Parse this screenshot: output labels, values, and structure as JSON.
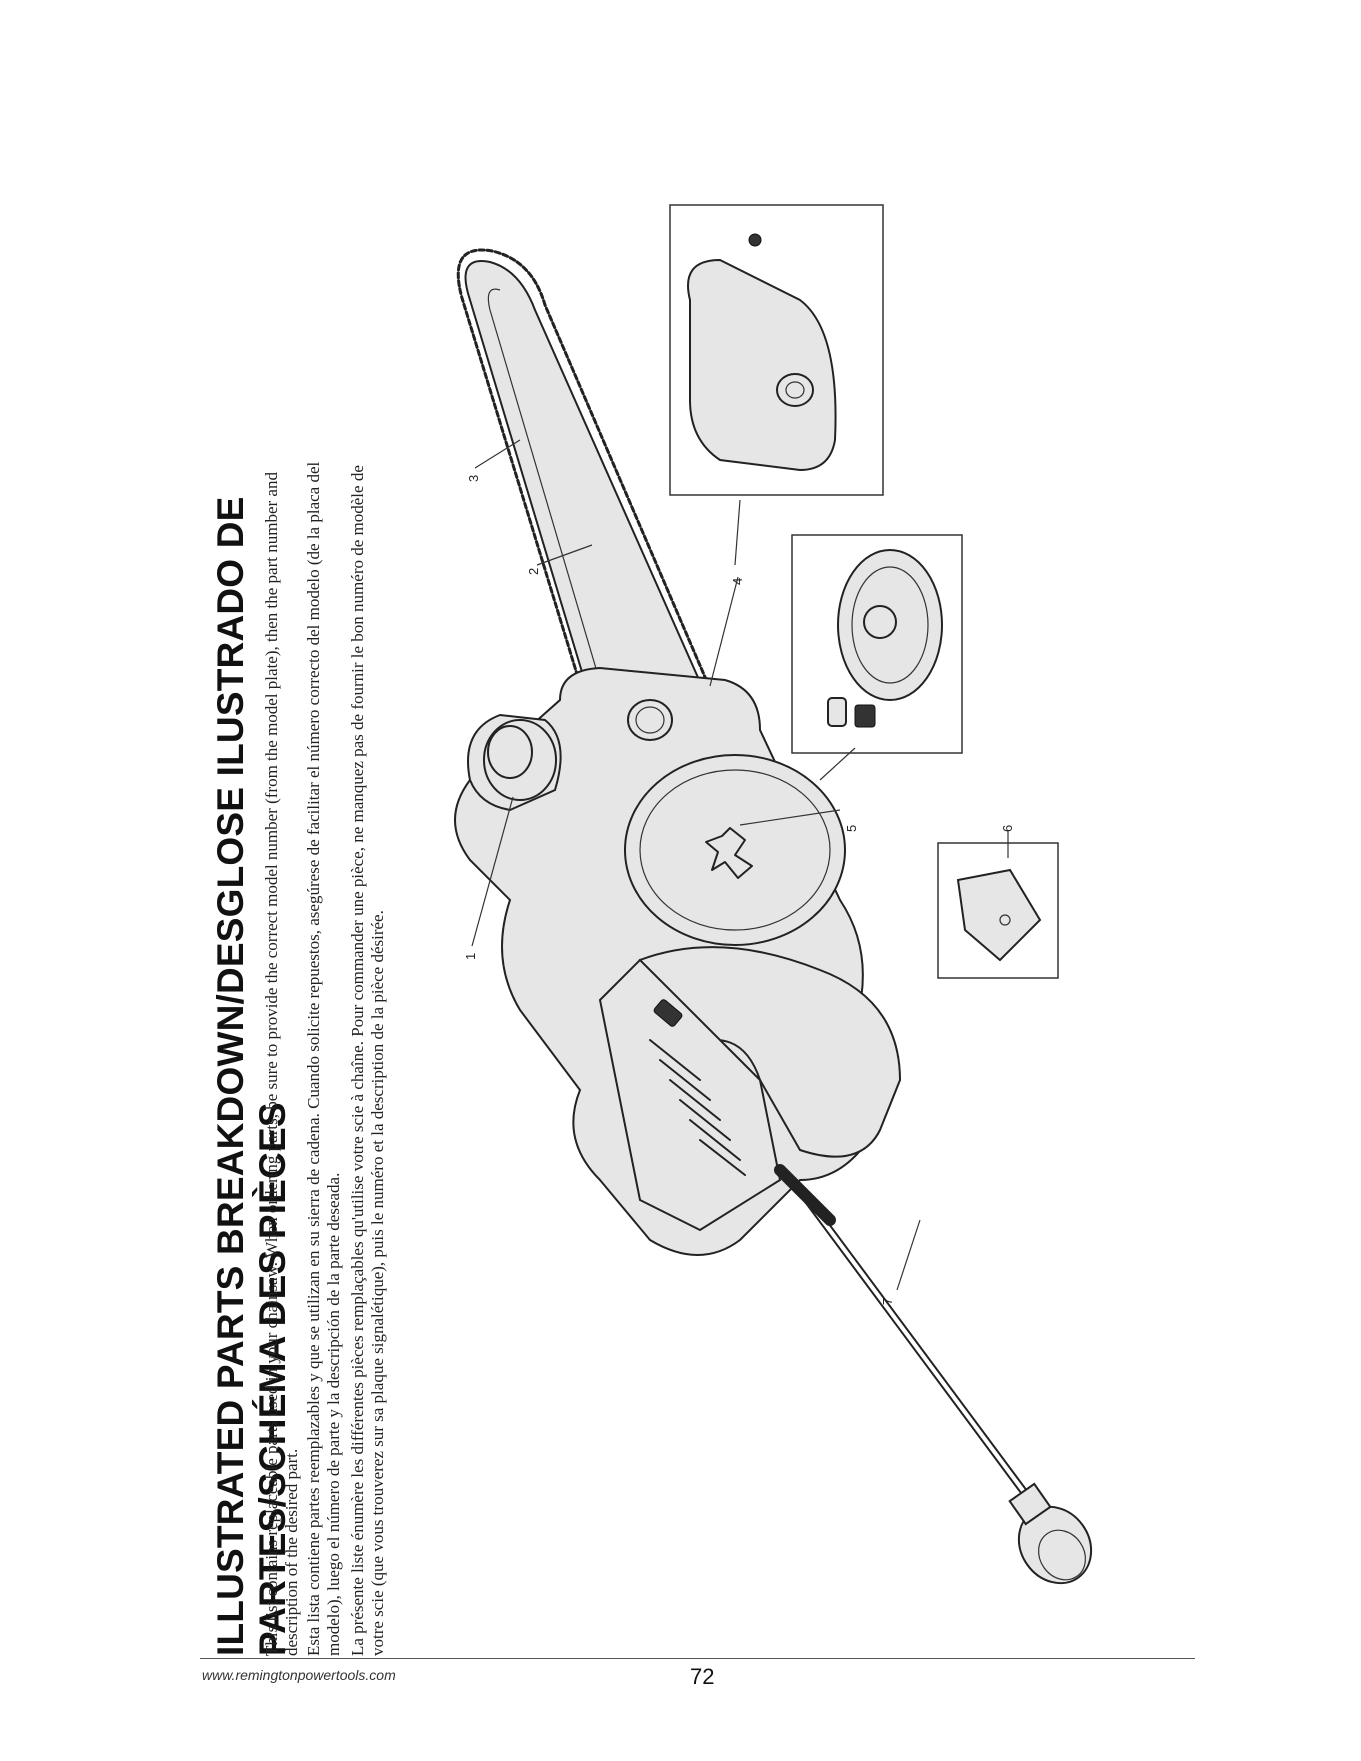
{
  "title": "ILLUSTRATED PARTS BREAKDOWN/DESGLOSE ILUSTRADO DE PARTES/SCHÉMA DES PIÈCES",
  "intro": {
    "en": [
      "This list contains replaceable parts used in your chainsaw. When ordering parts, be sure to provide the correct model number (from the model plate), then the part number and",
      "description of the desired part."
    ],
    "es": [
      "Esta lista contiene partes reemplazables y que se utilizan en su sierra de cadena. Cuando solicite repuestos, asegúrese de facilitar el número correcto del modelo (de la placa del",
      "modelo), luego el número de parte y la descripción de la parte deseada."
    ],
    "fr": [
      "La présente liste énumère les différentes pièces remplaçables qu'utilise votre scie à chaîne. Pour commander une pièce, ne manquez pas de fournir le bon numéro de modèle de",
      "votre scie (que vous trouverez sur sa plaque signalétique), puis le numéro et la description de la pièce désirée."
    ]
  },
  "callouts": [
    "1",
    "2",
    "3",
    "4",
    "5",
    "6",
    "7"
  ],
  "footer": {
    "url": "www.remingtonpowertools.com",
    "page_number": "72"
  }
}
